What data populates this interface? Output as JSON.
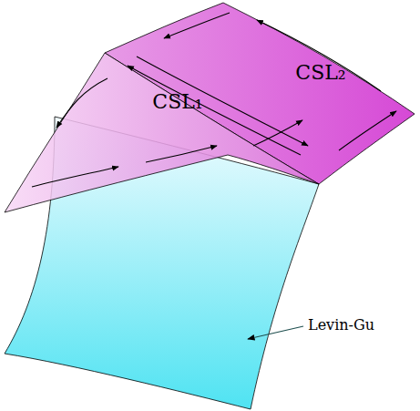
{
  "diagram": {
    "labels": [
      "CSL₁",
      "CSL₂",
      "Levin-Gu"
    ]
  }
}
